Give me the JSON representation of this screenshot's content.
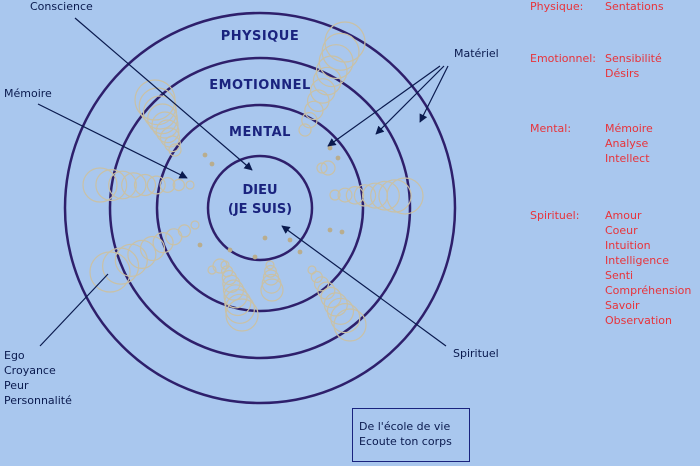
{
  "rings": {
    "physique": "PHYSIQUE",
    "emotionnel": "EMOTIONNEL",
    "mental": "MENTAL"
  },
  "center": {
    "line1": "DIEU",
    "line2": "(JE SUIS)"
  },
  "labels": {
    "conscience": "Conscience",
    "memoire": "Mémoire",
    "materiel": "Matériel",
    "spirituel": "Spirituel"
  },
  "ego_list": [
    "Ego",
    "Croyance",
    "Peur",
    "Personnalité"
  ],
  "legend": [
    {
      "category": "Physique:",
      "values": [
        "Sentations"
      ]
    },
    {
      "category": "Emotionnel:",
      "values": [
        "Sensibilité",
        "Désirs"
      ]
    },
    {
      "category": "Mental:",
      "values": [
        "Mémoire",
        "Analyse",
        "Intellect"
      ]
    },
    {
      "category": "Spirituel:",
      "values": [
        "Amour",
        "Coeur",
        "Intuition",
        "Intelligence",
        "Senti",
        "Compréhension",
        "Savoir",
        "Observation"
      ]
    }
  ],
  "credit": {
    "line1": "De l'école de vie",
    "line2": "Ecoute ton corps"
  },
  "colors": {
    "background": "#a9c7ee",
    "ring": "#2e1f6b",
    "legend_text": "#e8333a",
    "label_text": "#0a1a4e"
  }
}
